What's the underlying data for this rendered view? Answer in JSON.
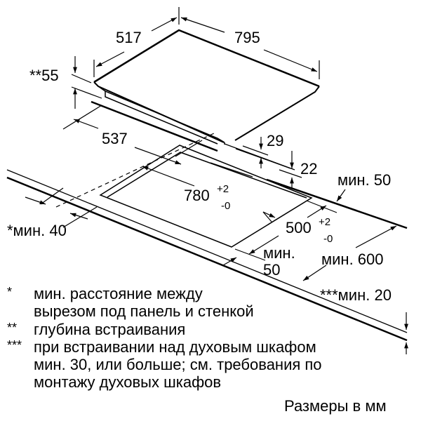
{
  "diagram": {
    "title": "Hob installation dimensions",
    "hob": {
      "depth": "517",
      "width": "795",
      "build_in_depth": "**55",
      "front_offset": "537",
      "height_29": "29",
      "height_22": "22"
    },
    "cutout": {
      "width": "780",
      "width_tol_plus": "+2",
      "width_tol_minus": "-0",
      "depth": "500",
      "depth_tol_plus": "+2",
      "depth_tol_minus": "-0"
    },
    "clearances": {
      "back_min": "мин. 50",
      "side_min": "*мин. 40",
      "front_min_line1": "мин.",
      "front_min_line2": "50",
      "worktop_depth_min": "мин. 600",
      "oven_gap_min": "***мин. 20"
    },
    "notes": [
      {
        "mark": "*",
        "lines": [
          "мин. расстояние между",
          "вырезом под панель и стенкой"
        ]
      },
      {
        "mark": "**",
        "lines": [
          "глубина встраивания"
        ]
      },
      {
        "mark": "***",
        "lines": [
          "при встраивании над духовым шкафом",
          "мин. 30, или больше; см. требования по",
          "монтажу духовых шкафов"
        ]
      }
    ],
    "units": "Размеры в мм"
  }
}
